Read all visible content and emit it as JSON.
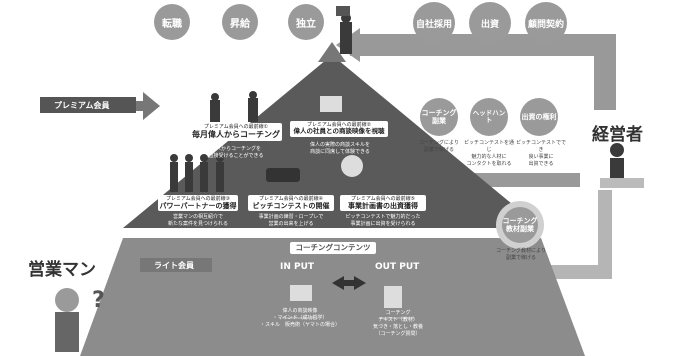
{
  "top_goals": [
    "転職",
    "昇給",
    "独立"
  ],
  "employer_goals": [
    "自社採用",
    "出資",
    "顧問契約"
  ],
  "premium_label": "プレミアム会員",
  "lite_label": "ライト会員",
  "sales_label": "営業マン",
  "manager_label": "経営者",
  "question_mark": "?",
  "benefits": [
    {
      "small": "プレミアム会員への最前線①",
      "title": "毎月偉人からコーチング",
      "caption": [
        "偉人からコーチングを",
        "直接受けることができる"
      ]
    },
    {
      "small": "プレミアム会員への最前線②",
      "title": "偉人の社員との商談映像を視聴",
      "caption": [
        "偉人の実際の商談スキルを",
        "商談に同席して体験できる"
      ]
    },
    {
      "small": "プレミアム会員への最前線③",
      "title": "パワーパートナーの獲得",
      "caption": [
        "営業マンの相互紹介で",
        "新たな案件を見つけられる"
      ]
    },
    {
      "small": "プレミアム会員への最前線④",
      "title": "ピッチコンテストの開催",
      "caption": [
        "事業計画の練習・ロープレで",
        "営業の出来を上げる"
      ]
    },
    {
      "small": "プレミアム会員への最前線⑤",
      "title": "事業計画書の出資獲得",
      "caption": [
        "ピッチコンテストで魅力的だった",
        "事業計画に出資を受けられる"
      ]
    }
  ],
  "manager_bubbles": [
    {
      "label": [
        "コーチング",
        "副業"
      ],
      "caption": [
        "コーチングにより",
        "副業で稼げる"
      ]
    },
    {
      "label": [
        "ヘッドハント"
      ],
      "caption": [
        "ピッチコンテストを通じ",
        "魅力的な人材に",
        "コンタクトを取れる"
      ]
    },
    {
      "label": [
        "出資の権利"
      ],
      "caption": [
        "ピッチコンテストででき",
        "良い事業に",
        "出資できる"
      ]
    }
  ],
  "coaching_content": {
    "label": [
      "コーチング",
      "教材副業"
    ],
    "caption": [
      "コーチング教材により",
      "副業で稼げる"
    ]
  },
  "content_section": {
    "title": "コーチングコンテンツ",
    "input_label": "IN PUT",
    "output_label": "OUT PUT",
    "input_caption": [
      "偉人の商談映像",
      "・マインド（成功哲学）",
      "・スキル　販売術（ヤマトの場合）"
    ],
    "output_caption": [
      "コーチング",
      "テキスト（教材）",
      "気づき・落とし・教養",
      "（コーチング質問）"
    ]
  },
  "colors": {
    "pyramid": "#5a5a5a",
    "base": "#8c8c8c",
    "circle": "#9a9a9a",
    "arrow": "#999999",
    "arrow_dark": "#7a7a7a"
  }
}
